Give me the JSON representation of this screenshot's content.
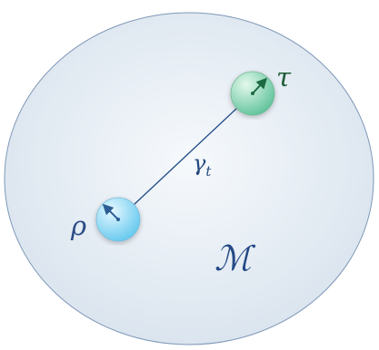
{
  "labels": {
    "start_state": "ρ",
    "end_state": "τ",
    "path": "γ",
    "path_subscript": "t",
    "manifold": "ℳ"
  },
  "colors": {
    "manifold_fill_center": "#f6f9fc",
    "manifold_fill_edge": "#d6e1ec",
    "manifold_stroke": "#7f98b8",
    "start_sphere_light": "#e6f8ff",
    "start_sphere_dark": "#64c8ee",
    "end_sphere_light": "#e4f9ec",
    "end_sphere_dark": "#5fc29a",
    "start_arrow": "#2c5d95",
    "end_arrow": "#1d6a43",
    "path_line": "#1f4b86",
    "start_label": "#2b4c85",
    "end_label": "#1d5b36",
    "path_label": "#234a7d",
    "manifold_label": "#244a86"
  }
}
